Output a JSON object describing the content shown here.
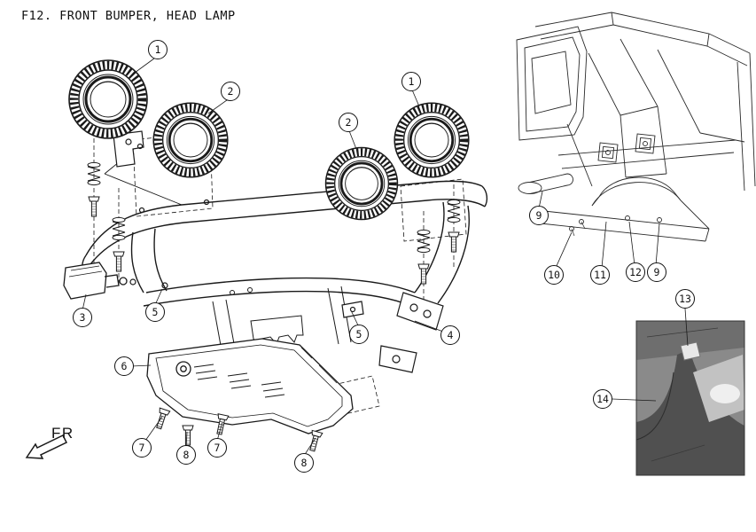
{
  "title": "F12. FRONT BUMPER, HEAD LAMP",
  "direction_indicator": {
    "label": "FR"
  },
  "callouts": [
    {
      "part": "head-lamp-outer-left",
      "label": "1"
    },
    {
      "part": "head-lamp-inner-left",
      "label": "2"
    },
    {
      "part": "head-lamp-inner-right",
      "label": "2"
    },
    {
      "part": "head-lamp-outer-right",
      "label": "1"
    },
    {
      "part": "turn-signal-lamp",
      "label": "3"
    },
    {
      "part": "bumper-bracket-left",
      "label": "5"
    },
    {
      "part": "bumper-bracket-center",
      "label": "5"
    },
    {
      "part": "bumper-bracket-right",
      "label": "4"
    },
    {
      "part": "skid-plate",
      "label": "6"
    },
    {
      "part": "skid-plate-bolt-left",
      "label": "7"
    },
    {
      "part": "skid-plate-bolt-left-inner",
      "label": "8"
    },
    {
      "part": "skid-plate-bolt-center",
      "label": "7"
    },
    {
      "part": "skid-plate-bolt-right",
      "label": "8"
    },
    {
      "part": "frame-tube-left",
      "label": "9"
    },
    {
      "part": "frame-fastener-group",
      "label": "10"
    },
    {
      "part": "frame-mount-left",
      "label": "11"
    },
    {
      "part": "frame-mount-right",
      "label": "12"
    },
    {
      "part": "frame-tube-right",
      "label": "9"
    },
    {
      "part": "fender-clip",
      "label": "13"
    },
    {
      "part": "fender-liner-photo",
      "label": "14"
    }
  ]
}
